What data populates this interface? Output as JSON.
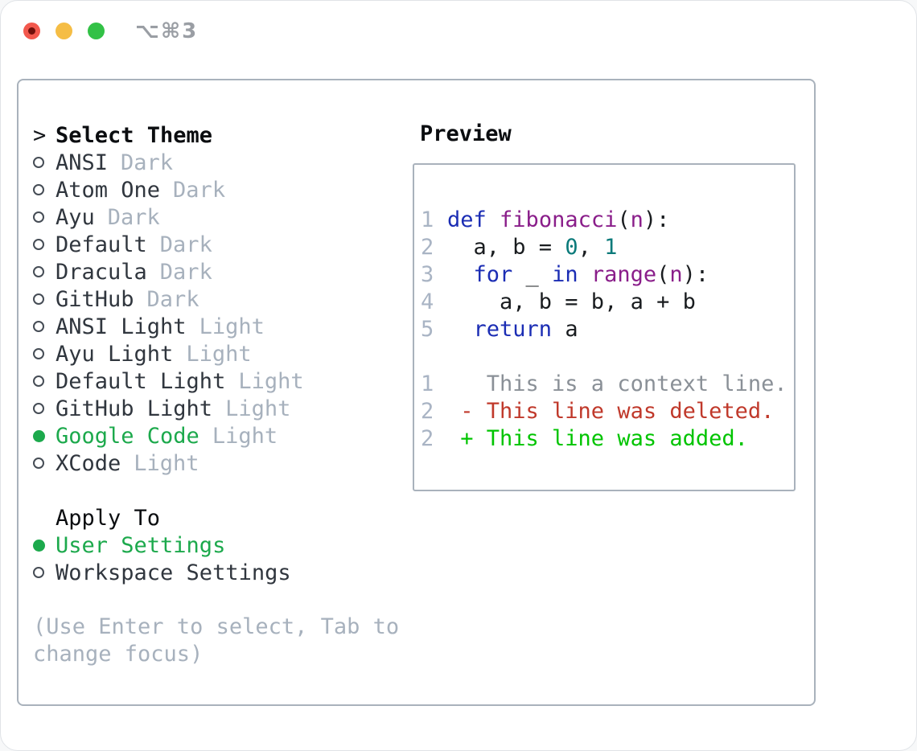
{
  "window": {
    "title": "⌥⌘3",
    "traffic_lights": [
      {
        "name": "close",
        "has_dot": true
      },
      {
        "name": "minimize",
        "has_dot": false
      },
      {
        "name": "zoom",
        "has_dot": false
      }
    ]
  },
  "theme_select": {
    "header_prefix": ">",
    "header": "Select Theme",
    "themes": [
      {
        "name": "ANSI",
        "tag": "Dark",
        "selected": false
      },
      {
        "name": "Atom One",
        "tag": "Dark",
        "selected": false
      },
      {
        "name": "Ayu",
        "tag": "Dark",
        "selected": false
      },
      {
        "name": "Default",
        "tag": "Dark",
        "selected": false
      },
      {
        "name": "Dracula",
        "tag": "Dark",
        "selected": false
      },
      {
        "name": "GitHub",
        "tag": "Dark",
        "selected": false
      },
      {
        "name": "ANSI Light",
        "tag": "Light",
        "selected": false
      },
      {
        "name": "Ayu Light",
        "tag": "Light",
        "selected": false
      },
      {
        "name": "Default Light",
        "tag": "Light",
        "selected": false
      },
      {
        "name": "GitHub Light",
        "tag": "Light",
        "selected": false
      },
      {
        "name": "Google Code",
        "tag": "Light",
        "selected": true
      },
      {
        "name": "XCode",
        "tag": "Light",
        "selected": false
      }
    ]
  },
  "apply_to": {
    "header": "Apply To",
    "options": [
      {
        "label": "User Settings",
        "selected": true
      },
      {
        "label": "Workspace Settings",
        "selected": false
      }
    ]
  },
  "help_text": "(Use Enter to select, Tab to change focus)",
  "preview": {
    "title": "Preview",
    "code_lines": [
      {
        "num": "1",
        "segments": [
          [
            "def",
            "kw"
          ],
          [
            " ",
            "pl"
          ],
          [
            "fibonacci",
            "fn"
          ],
          [
            "(",
            "pl"
          ],
          [
            "n",
            "fn"
          ],
          [
            "):",
            "pl"
          ]
        ]
      },
      {
        "num": "2",
        "segments": [
          [
            "  a, b = ",
            "pl"
          ],
          [
            "0",
            "num"
          ],
          [
            ", ",
            "pl"
          ],
          [
            "1",
            "num"
          ]
        ]
      },
      {
        "num": "3",
        "segments": [
          [
            "  ",
            "pl"
          ],
          [
            "for",
            "kw"
          ],
          [
            " _ ",
            "pl"
          ],
          [
            "in",
            "kw"
          ],
          [
            " ",
            "pl"
          ],
          [
            "range",
            "fn"
          ],
          [
            "(",
            "pl"
          ],
          [
            "n",
            "fn"
          ],
          [
            "):",
            "pl"
          ]
        ]
      },
      {
        "num": "4",
        "segments": [
          [
            "    a, b = b, a + b",
            "pl"
          ]
        ]
      },
      {
        "num": "5",
        "segments": [
          [
            "  ",
            "pl"
          ],
          [
            "return",
            "kw"
          ],
          [
            " a",
            "pl"
          ]
        ]
      }
    ],
    "diff_lines": [
      {
        "num": "1",
        "kind": "context",
        "text": "   This is a context line."
      },
      {
        "num": "2",
        "kind": "deleted",
        "text": " - This line was deleted."
      },
      {
        "num": "2",
        "kind": "added",
        "text": " + This line was added."
      }
    ]
  },
  "colors": {
    "accent_green": "#1ca94c",
    "diff_added": "#00c400",
    "diff_deleted": "#c0392b",
    "diff_context": "#8a9097",
    "keyword_blue": "#1b2db4",
    "function_purple": "#8a1e8a",
    "number_teal": "#0b7a7a",
    "muted_gray": "#a7b1bd",
    "line_number": "#a9b4c4",
    "panel_border": "#a9b2bc",
    "text_dark": "#30363e"
  }
}
